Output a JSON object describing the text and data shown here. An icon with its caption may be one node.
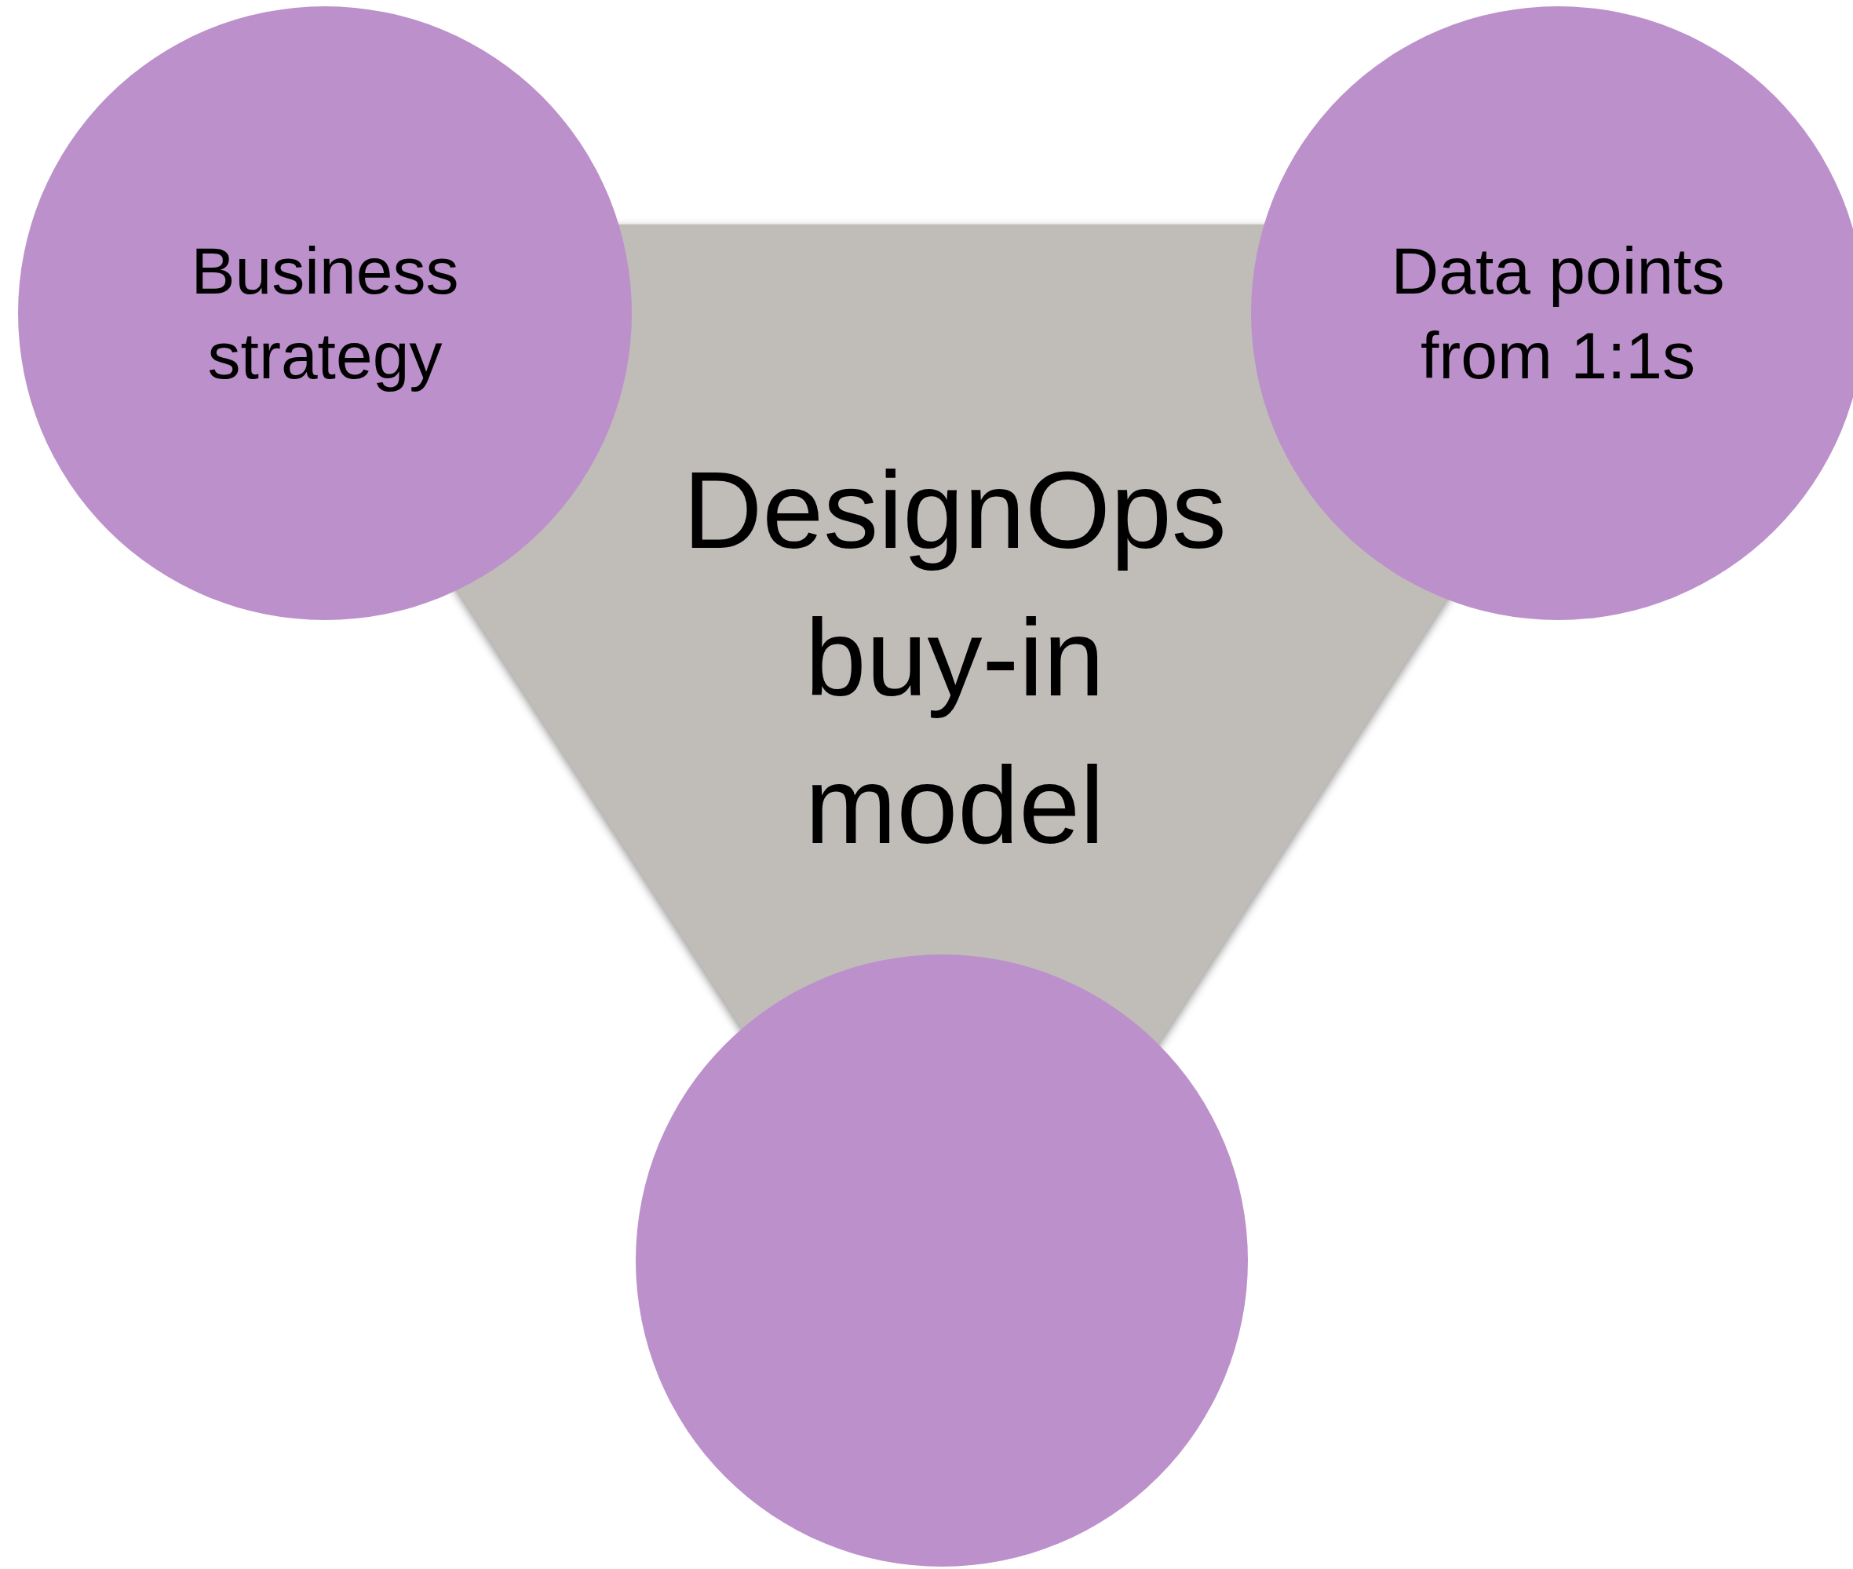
{
  "diagram": {
    "nodes": [
      {
        "text": [
          "DesignOps buy-in model"
        ]
      },
      {
        "text": [
          "Business strategy"
        ]
      },
      {
        "text": [
          "Data points from 1:1s"
        ]
      },
      {
        "text": [],
        "shape": "circle"
      }
    ]
  }
}
